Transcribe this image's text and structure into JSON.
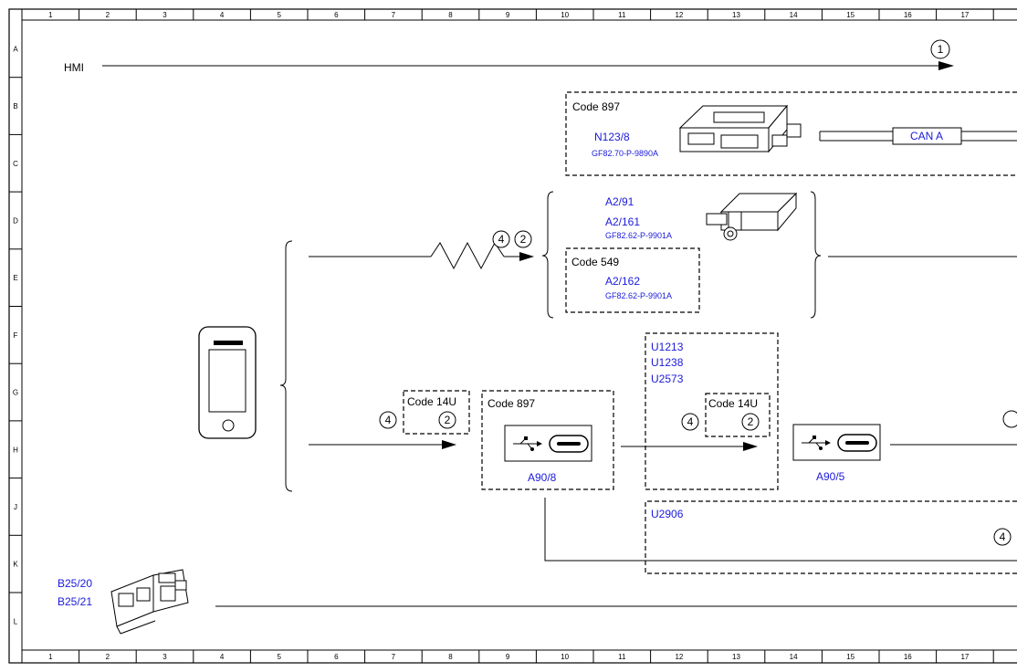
{
  "grid": {
    "columns": [
      "1",
      "2",
      "3",
      "4",
      "5",
      "6",
      "7",
      "8",
      "9",
      "10",
      "11",
      "12",
      "13",
      "14",
      "15",
      "16",
      "17"
    ],
    "rows": [
      "A",
      "B",
      "C",
      "D",
      "E",
      "F",
      "G",
      "H",
      "J",
      "K",
      "L"
    ]
  },
  "hmi": {
    "label": "HMI",
    "marker": "1"
  },
  "box_n123": {
    "code": "Code 897",
    "component": "N123/8",
    "ref": "GF82.70-P-9890A",
    "bus": "CAN A"
  },
  "group_a2": {
    "comp1": "A2/91",
    "comp2": "A2/161",
    "ref1": "GF82.62-P-9901A",
    "code": "Code 549",
    "comp3": "A2/162",
    "ref2": "GF82.62-P-9901A",
    "marker_a": "4",
    "marker_b": "2"
  },
  "usb_path": {
    "code14u_left": "Code 14U",
    "marker_4_left": "4",
    "marker_2_left": "2",
    "code897": "Code 897",
    "a90_8": "A90/8",
    "u_codes": [
      "U1213",
      "U1238",
      "U2573"
    ],
    "code14u_right": "Code 14U",
    "marker_4_right": "4",
    "marker_2_right": "2",
    "a90_5": "A90/5",
    "u2906": "U2906",
    "marker_4_bottom": "4"
  },
  "b25": {
    "line1": "B25/20",
    "line2": "B25/21"
  }
}
